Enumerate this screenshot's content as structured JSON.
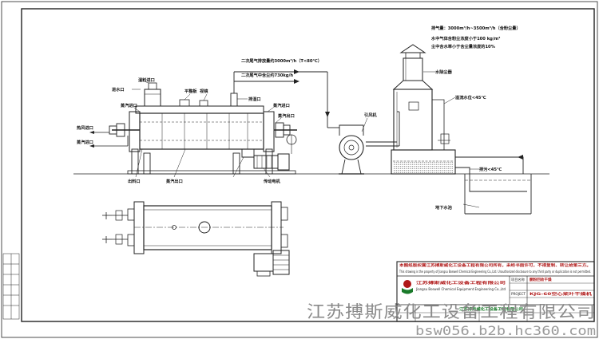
{
  "labels": {
    "steam_inlet_1": "蒸汽进口",
    "steam_inlet_2": "蒸汽进口",
    "steam_inlet_3": "蒸汽进口",
    "steam_outlet_1": "蒸汽出口",
    "steam_outlet_2": "蒸汽出口",
    "feed_inlet": "湿料进口",
    "water_inlet": "进水口",
    "hot_air_inlet": "热风进口",
    "leveler": "平整板",
    "sight_glass": "视镜",
    "exhaust_port": "排湿口",
    "discharge_port": "出料口",
    "drive_motor": "传动电机",
    "fan": "引风机",
    "scrubber": "水除尘器",
    "overflow": "溢流水位<45℃",
    "drain": "排污<45℃",
    "wastewater": "地下水池",
    "gas_note_1": "二次尾气排放量约3000m³/h（T<80℃）",
    "gas_note_2": "二次尾气中含尘约730kg/h",
    "spec_1": "排气量：3000m³/h~3500m³/h（含粉尘量）",
    "spec_2": "水中气体含粉尘浓度小于100 kg/m³",
    "spec_3": "尘中含水率小于含尘量浓度的10%"
  },
  "title_block": {
    "notice_red": "本图纸版权属江苏搏斯威化工设备工程有限公司所有，未经书面许可，不得复制、转让给第三方。",
    "notice_en": "This drawing is the property of Jiangsu Boswell Chemical Engineering Co.,Ltd. Unauthorized disclosure to any third party or duplication is not permitted.",
    "company_cn": "江苏搏斯威化工设备工程有限公司",
    "company_en": "Jiangsu Boswell Chemical Equipment Engineering Co.,Ltd",
    "project_label": "项目名称",
    "project_code": "PROJECT",
    "project_name": "酮粉回收干燥",
    "drawing_name": "KJG-60空心桨叶干燥机",
    "company_bar": "江苏搏斯威化工设备工程有限公司"
  },
  "watermark": {
    "company": "江苏搏斯威化工设备工程有限公司",
    "url": "bsw056.b2b.hc360.com"
  }
}
